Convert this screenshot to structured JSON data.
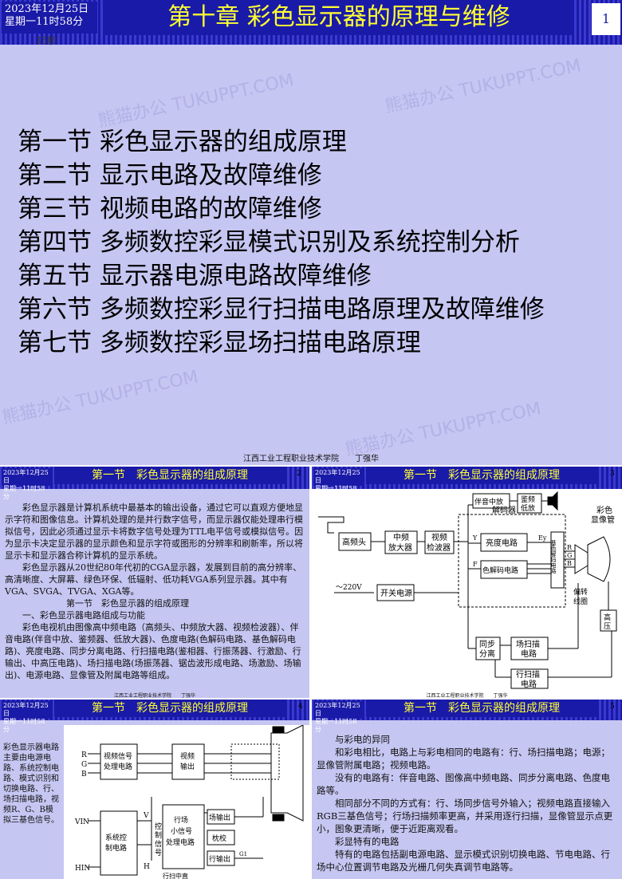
{
  "slide1": {
    "date": "2023年12月25日",
    "time": "星期一11时58分",
    "seconds": "35秒",
    "title": "第十章  彩色显示器的原理与维修",
    "page_number": "1",
    "toc": [
      "第一节 彩色显示器的组成原理",
      "第二节 显示电路及故障维修",
      "第三节 视频电路的故障维修",
      "第四节 多频数控彩显模式识别及系统控制分析",
      "第五节 显示器电源电路故障维修",
      "第六节 多频数控彩显行扫描电路原理及故障维修",
      "第七节 多频数控彩显场扫描电路原理"
    ],
    "footer": "江西工业工程职业技术学院　　丁强华",
    "watermark": "熊猫办公 TUKUPPT.COM"
  },
  "slide2": {
    "date": "2023年12月25日",
    "time": "星期一11时58分",
    "title": "第一节　彩色显示器的组成原理",
    "page_number": "2",
    "p1": "彩色显示器是计算机系统中最基本的输出设备，通过它可以直观方便地显示字符和图像信息。计算机处理的是并行数字信号，而显示器仅能处理串行模拟信号，因此必须通过显示卡将数字信号处理为TTL电平信号或模拟信号。因为显示卡决定显示器的显示颜色和显示字符或图形的分辨率和刷新率，所以将显示卡和显示器合称计算机的显示系统。",
    "p2": "彩色显示器从20世纪80年代初的CGA显示器，发展到目前的高分辨率、高清晰度、大屏幕、绿色环保、低辐射、低功耗VGA系列显示器。其中有VGA、SVGA、TVGA、XGA等。",
    "p3": "第一节　彩色显示器的组成原理",
    "p4": "一、彩色显示器电路组成与功能",
    "p5": "彩色电视机由图像高中频电路（高频头、中频放大器、视频检波器）、伴音电路(伴音中放、鉴频器、低放大器)、色度电路(色解码电路、基色解码电路)、亮度电路、同步分离电路、行扫描电路(鉴相器、行振荡器、行激励、行输出、中高压电路)、场扫描电路(场振荡器、锯齿波形成电路、场激励、场输出)、电源电路、显像管及附属电路等组成。",
    "footer": "江西工业工程职业技术学院　　丁强华"
  },
  "slide3": {
    "date": "2023年12月25日",
    "time": "星期一11时58分",
    "title": "第一节　彩色显示器的组成原理",
    "page_number": "3",
    "blocks": {
      "tuner": "高频头",
      "if_amp_1": "中频",
      "if_amp_2": "放大器",
      "detector_1": "视频",
      "detector_2": "检波器",
      "sound_if": "伴音中放",
      "fm_detector_1": "鉴频",
      "fm_detector_2": "低放",
      "decoder": "解码器",
      "luma": "亮度电路",
      "chroma": "色解码电路",
      "matrix": "基色解码电路",
      "crt_1": "彩色",
      "crt_2": "显像管",
      "yoke_1": "偏转",
      "yoke_2": "线圈",
      "psu": "开关电源",
      "mains": "～220V",
      "sync_1": "同步",
      "sync_2": "分离",
      "vscan_1": "场扫描",
      "vscan_2": "电路",
      "hscan_1": "行扫描",
      "hscan_2": "电路",
      "hv_1": "高",
      "hv_2": "压",
      "lbl_y": "Y",
      "lbl_f": "F",
      "lbl_ey": "Ey",
      "lbl_r": "R",
      "lbl_g": "G",
      "lbl_b": "B"
    },
    "footer": "江西工业工程职业技术学院　　丁强华"
  },
  "slide4": {
    "date": "2023年12月25日",
    "time": "星期一11时58分",
    "title": "第一节　彩色显示器的组成原理",
    "page_number": "4",
    "side_text": "彩色显示器电路主要由电源电路、系统控制电路、模式识别和切换电路、行、场扫描电路，视频R、G、B模拟三基色信号。",
    "blocks": {
      "video_proc_1": "视频信号",
      "video_proc_2": "处理电路",
      "video_out_1": "视频",
      "video_out_2": "输出",
      "mcu_1": "系统控",
      "mcu_2": "制电路",
      "ctrl_1": "控",
      "ctrl_2": "制",
      "ctrl_3": "信",
      "ctrl_4": "号",
      "vproc_1": "行场",
      "vproc_2": "小信号",
      "vproc_3": "处理电路",
      "vout": "场输出",
      "pincushion": "枕校",
      "hout": "行输出",
      "lbl_r": "R",
      "lbl_g": "G",
      "lbl_b": "B",
      "lbl_vin": "VIN",
      "lbl_hin": "HIN",
      "lbl_v": "V",
      "lbl_h": "H",
      "lbl_g1": "G1",
      "bottom_cut": "行扫中直"
    }
  },
  "slide5": {
    "date": "2023年12月25日",
    "time": "星期一11时58分",
    "title": "第一节　彩色显示器的组成原理",
    "page_number": "5",
    "lines": [
      "与彩电的异同",
      "和彩电相比，电路上与彩电相同的电路有：行、场扫描电路；电源；显像管附属电路；视频电路。",
      "没有的电路有：伴音电路、图像高中频电路、同步分离电路、色度电路等。",
      "相同部分不同的方式有：行、场同步信号外输入；视频电路直接输入RGB三基色信号；行场扫描频率更高，并采用逐行扫描，显像管显示点更小，图象更清晰，便于近距离观看。",
      "彩显特有的电路",
      "特有的电路包括副电源电路、显示模式识别切换电路、节电电路、行场中心位置调节电路及光栅几何失真调节电路等。"
    ]
  },
  "colors": {
    "slide_bg": "#c6c6f2",
    "title_bar": "#1a1aa8",
    "title_text": "#ffff33"
  }
}
